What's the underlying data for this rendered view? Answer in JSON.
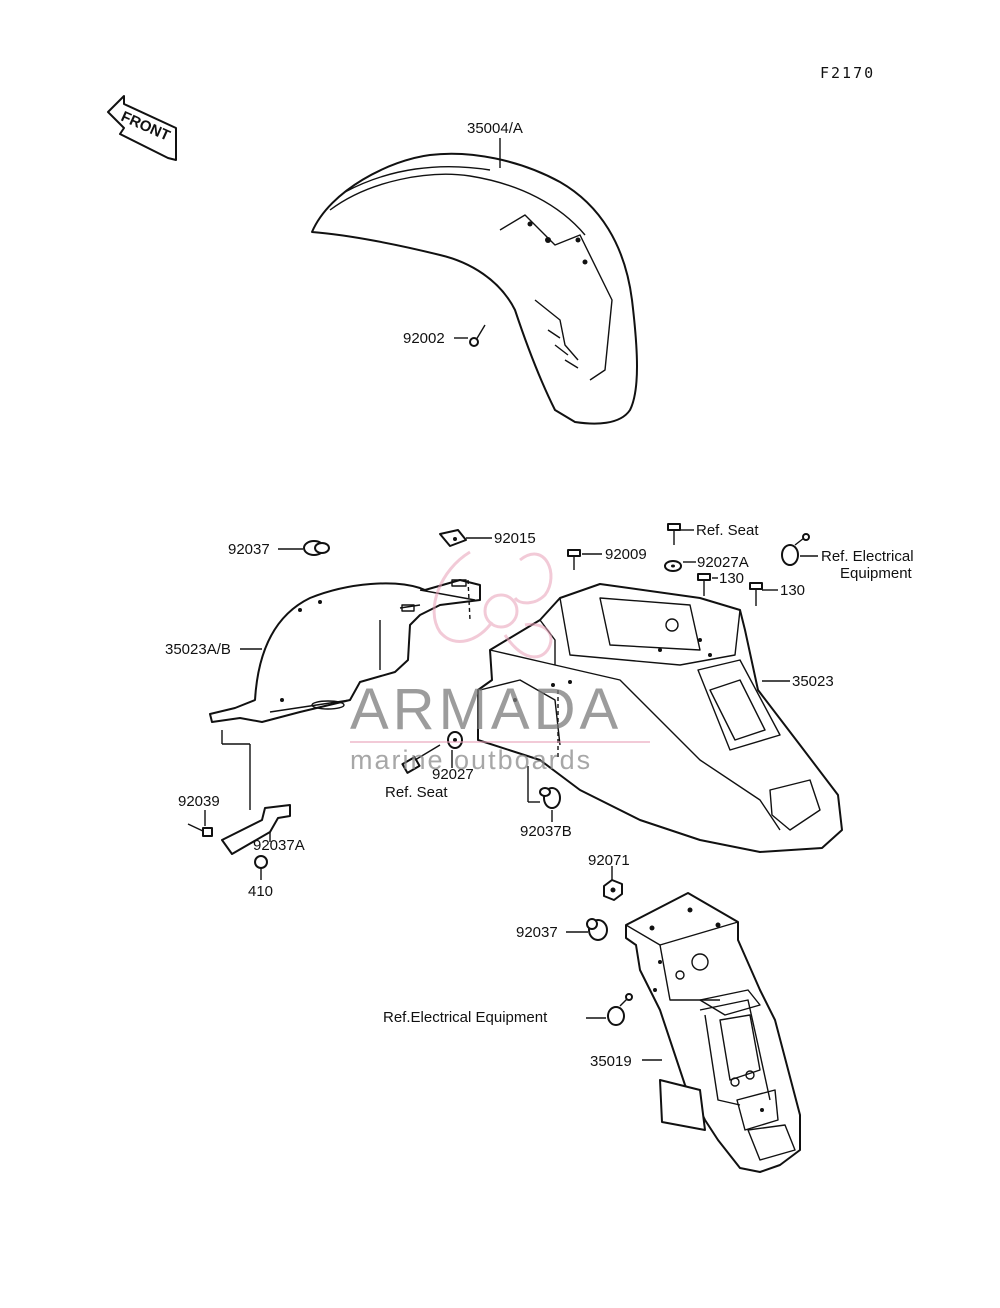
{
  "figure_code": "F2170",
  "front_arrow_label": "FRONT",
  "colors": {
    "ink": "#111111",
    "watermark_gray": "#7b7b7b",
    "watermark_pink": "#e8a0b8"
  },
  "labels": {
    "p35004A": "35004/A",
    "p92002": "92002",
    "p92037_top": "92037",
    "p92015": "92015",
    "p92009": "92009",
    "ref_seat_top": "Ref. Seat",
    "p92027A": "92027A",
    "p130_a": "130",
    "p130_b": "130",
    "ref_elec_1": "Ref. Electrical",
    "ref_elec_2": "Equipment",
    "p35023AB": "35023A/B",
    "p35023": "35023",
    "p92027": "92027",
    "ref_seat_bottom": "Ref. Seat",
    "p92037B": "92037B",
    "p92039": "92039",
    "p92037A": "92037A",
    "p410": "410",
    "p92071": "92071",
    "p92037_bottom": "92037",
    "ref_elec_bottom": "Ref.Electrical Equipment",
    "p35019": "35019"
  },
  "watermark": {
    "title": "ARMADA",
    "subtitle": "marine outboards"
  }
}
